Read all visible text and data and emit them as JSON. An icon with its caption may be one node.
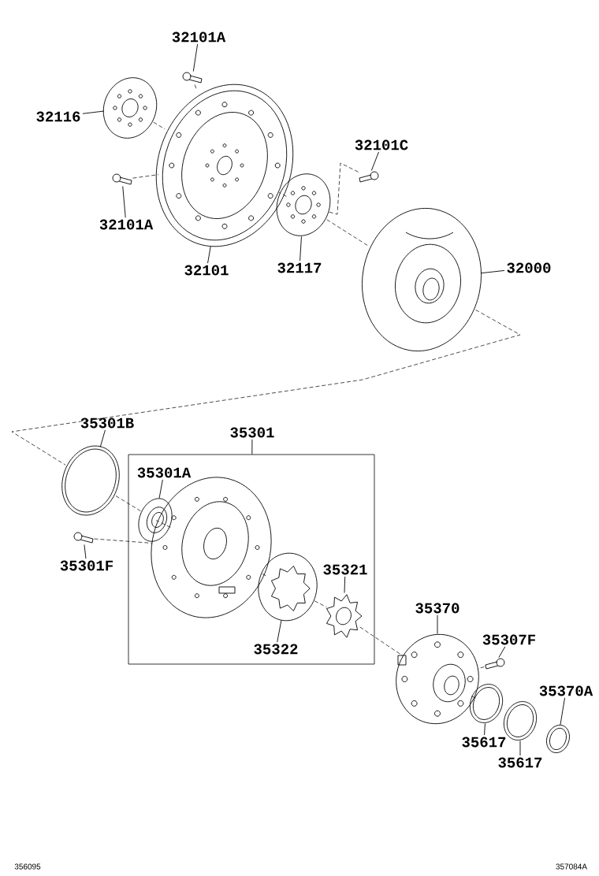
{
  "diagram": {
    "nodes": [
      {
        "text": [
          "32101A"
        ]
      },
      {
        "text": [],
        "shape": "picture"
      },
      {
        "text": [
          "32116"
        ]
      },
      {
        "text": [],
        "shape": "picture"
      },
      {
        "text": [],
        "shape": "picture"
      },
      {
        "text": [
          "32101C"
        ]
      },
      {
        "text": [],
        "shape": "picture"
      },
      {
        "text": [
          "32101A"
        ]
      },
      {
        "text": [],
        "shape": "picture"
      },
      {
        "text": [],
        "shape": "picture"
      },
      {
        "text": [
          "32101"
        ]
      },
      {
        "text": [
          "32117"
        ]
      },
      {
        "text": [
          "32000"
        ]
      },
      {
        "text": [],
        "shape": "picture"
      },
      {
        "text": [
          "35301B"
        ]
      },
      {
        "text": [
          "35301"
        ]
      },
      {
        "text": [],
        "shape": "picture"
      },
      {
        "text": [],
        "shape": "box"
      },
      {
        "text": [
          "35301A"
        ],
        "in": 17
      },
      {
        "text": [],
        "shape": "picture",
        "in": 17
      },
      {
        "text": [],
        "shape": "picture"
      },
      {
        "text": [],
        "shape": "picture",
        "in": 17
      },
      {
        "text": [
          "35321"
        ],
        "in": 17
      },
      {
        "text": [
          "35301F"
        ]
      },
      {
        "text": [],
        "shape": "picture",
        "in": 17
      },
      {
        "text": [],
        "shape": "picture",
        "in": 17
      },
      {
        "text": [
          "35370"
        ]
      },
      {
        "text": [
          "35322"
        ],
        "in": 17
      },
      {
        "text": [
          "35307F"
        ]
      },
      {
        "text": [],
        "shape": "picture"
      },
      {
        "text": [],
        "shape": "picture"
      },
      {
        "text": [
          "35370A"
        ]
      },
      {
        "text": [],
        "shape": "picture"
      },
      {
        "text": [],
        "shape": "picture"
      },
      {
        "text": [],
        "shape": "picture"
      },
      {
        "text": [
          "35617"
        ]
      },
      {
        "text": [
          "35617"
        ]
      }
    ],
    "edges": [
      {
        "from": 0,
        "to": 1,
        "arrow": "none"
      },
      {
        "from": 2,
        "to": 3,
        "arrow": "none"
      },
      {
        "from": 5,
        "to": 6,
        "arrow": "none"
      },
      {
        "from": 7,
        "to": 8,
        "arrow": "none"
      },
      {
        "from": 10,
        "to": 4,
        "arrow": "none"
      },
      {
        "from": 11,
        "to": 9,
        "arrow": "none"
      },
      {
        "from": 12,
        "to": 13,
        "arrow": "none"
      },
      {
        "from": 14,
        "to": 16,
        "arrow": "none"
      },
      {
        "from": 15,
        "to": 17,
        "arrow": "none"
      },
      {
        "from": 18,
        "to": 19,
        "arrow": "none"
      },
      {
        "from": 23,
        "to": 20,
        "arrow": "none"
      },
      {
        "from": 27,
        "to": 24,
        "arrow": "none"
      },
      {
        "from": 22,
        "to": 25,
        "arrow": "none"
      },
      {
        "from": 26,
        "to": 29,
        "arrow": "none"
      },
      {
        "from": 28,
        "to": 30,
        "arrow": "none"
      },
      {
        "from": 35,
        "to": 32,
        "arrow": "none"
      },
      {
        "from": 36,
        "to": 33,
        "arrow": "none"
      },
      {
        "from": 31,
        "to": 34,
        "arrow": "none"
      },
      {
        "from": 1,
        "to": 4,
        "arrow": "none",
        "style": "dashed"
      },
      {
        "from": 3,
        "to": 4,
        "arrow": "none",
        "style": "dashed"
      },
      {
        "from": 8,
        "to": 4,
        "arrow": "none",
        "style": "dashed"
      },
      {
        "from": 4,
        "to": 9,
        "arrow": "none",
        "style": "dashed"
      },
      {
        "from": 6,
        "to": 9,
        "arrow": "none",
        "style": "dashed"
      },
      {
        "from": 9,
        "to": 13,
        "arrow": "none",
        "style": "dashed"
      },
      {
        "from": 13,
        "to": 16,
        "arrow": "none",
        "style": "dashed"
      },
      {
        "from": 16,
        "to": 19,
        "arrow": "none",
        "style": "dashed"
      },
      {
        "from": 19,
        "to": 21,
        "arrow": "none",
        "style": "dashed"
      },
      {
        "from": 20,
        "to": 21,
        "arrow": "none",
        "style": "dashed"
      },
      {
        "from": 21,
        "to": 24,
        "arrow": "none",
        "style": "dashed"
      },
      {
        "from": 24,
        "to": 25,
        "arrow": "none",
        "style": "dashed"
      },
      {
        "from": 25,
        "to": 29,
        "arrow": "none",
        "style": "dashed"
      },
      {
        "from": 30,
        "to": 29,
        "arrow": "none",
        "style": "dashed"
      },
      {
        "from": 29,
        "to": 32,
        "arrow": "none",
        "style": "dashed"
      }
    ],
    "labels": [
      "356095",
      "357084A"
    ]
  }
}
